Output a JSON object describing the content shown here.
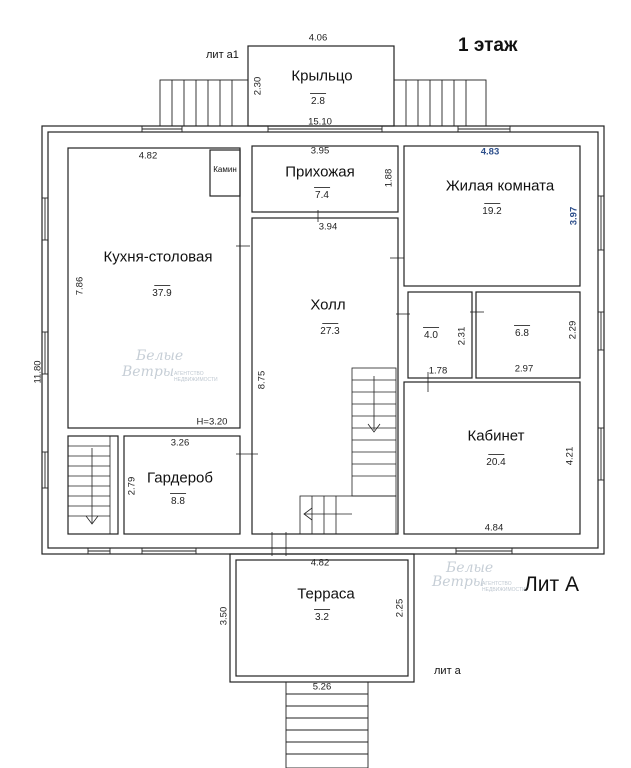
{
  "title": "1 этаж",
  "labels": {
    "lit_a1": "лит а1",
    "lit_big_a": "Лит А",
    "lit_small_a": "лит а",
    "height": "H=3.20"
  },
  "rooms": {
    "kryltso": {
      "name": "Крыльцо",
      "area": "2.8"
    },
    "kamin": {
      "name": "Камин"
    },
    "prikhozhaya": {
      "name": "Прихожая",
      "area": "7.4"
    },
    "zhilaya": {
      "name": "Жилая комната",
      "area": "19.2"
    },
    "kukhnya": {
      "name": "Кухня-столовая",
      "area": "37.9"
    },
    "kholl": {
      "name": "Холл",
      "area": "27.3"
    },
    "room40": {
      "area": "4.0"
    },
    "room68": {
      "area": "6.8"
    },
    "kabinet": {
      "name": "Кабинет",
      "area": "20.4"
    },
    "garderob": {
      "name": "Гардероб",
      "area": "8.8"
    },
    "terrasa": {
      "name": "Терраса",
      "area": "3.2"
    }
  },
  "dimensions": {
    "d406": "4.06",
    "d230": "2.30",
    "d1510": "15.10",
    "d482_top": "4.82",
    "d395": "3.95",
    "d483": "4.83",
    "d188": "1.88",
    "d397": "3.97",
    "d394": "3.94",
    "d786": "7.86",
    "d1180": "11.80",
    "d875": "8.75",
    "d231": "2.31",
    "d229": "2.29",
    "d178": "1.78",
    "d297": "2.97",
    "d326": "3.26",
    "d279": "2.79",
    "d421": "4.21",
    "d484": "4.84",
    "d482_bottom": "4.82",
    "d350": "3.50",
    "d225": "2.25",
    "d526": "5.26"
  },
  "watermark": {
    "word1": "Белые",
    "word2": "Ветры",
    "sub1": "АГЕНТСТВО",
    "sub2": "НЕДВИЖИМОСТИ"
  }
}
